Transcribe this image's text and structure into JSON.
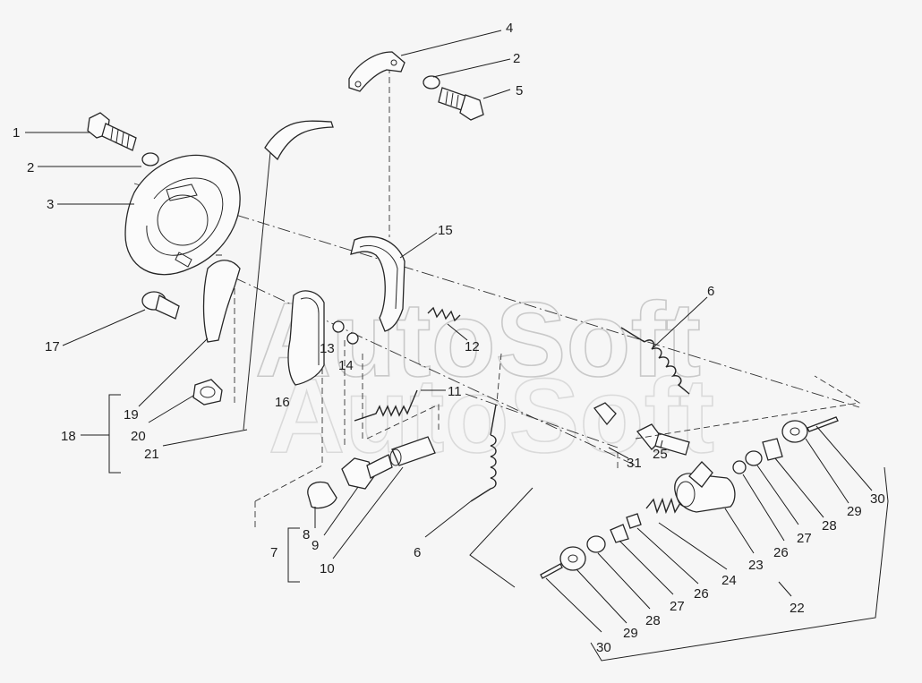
{
  "watermark": "AutoSoft",
  "colors": {
    "background": "#f6f6f6",
    "line": "#262626",
    "watermark": "#c9c9c9"
  },
  "labels": [
    {
      "id": "c1",
      "text": "1"
    },
    {
      "id": "c2a",
      "text": "2"
    },
    {
      "id": "c3",
      "text": "3"
    },
    {
      "id": "c4",
      "text": "4"
    },
    {
      "id": "c2b",
      "text": "2"
    },
    {
      "id": "c5",
      "text": "5"
    },
    {
      "id": "c15",
      "text": "15"
    },
    {
      "id": "c6a",
      "text": "6"
    },
    {
      "id": "c12",
      "text": "12"
    },
    {
      "id": "c13",
      "text": "13"
    },
    {
      "id": "c14",
      "text": "14"
    },
    {
      "id": "c16",
      "text": "16"
    },
    {
      "id": "c11",
      "text": "11"
    },
    {
      "id": "c17",
      "text": "17"
    },
    {
      "id": "c18",
      "text": "18"
    },
    {
      "id": "c19",
      "text": "19"
    },
    {
      "id": "c20",
      "text": "20"
    },
    {
      "id": "c21",
      "text": "21"
    },
    {
      "id": "c31",
      "text": "31"
    },
    {
      "id": "c25",
      "text": "25"
    },
    {
      "id": "c6b",
      "text": "6"
    },
    {
      "id": "c7",
      "text": "7"
    },
    {
      "id": "c8",
      "text": "8"
    },
    {
      "id": "c9",
      "text": "9"
    },
    {
      "id": "c10",
      "text": "10"
    },
    {
      "id": "c23",
      "text": "23"
    },
    {
      "id": "c24",
      "text": "24"
    },
    {
      "id": "c26a",
      "text": "26"
    },
    {
      "id": "c27a",
      "text": "27"
    },
    {
      "id": "c28a",
      "text": "28"
    },
    {
      "id": "c29a",
      "text": "29"
    },
    {
      "id": "c30a",
      "text": "30"
    },
    {
      "id": "c22",
      "text": "22"
    },
    {
      "id": "c26b",
      "text": "26"
    },
    {
      "id": "c27b",
      "text": "27"
    },
    {
      "id": "c28b",
      "text": "28"
    },
    {
      "id": "c29b",
      "text": "29"
    },
    {
      "id": "c30b",
      "text": "30"
    }
  ]
}
